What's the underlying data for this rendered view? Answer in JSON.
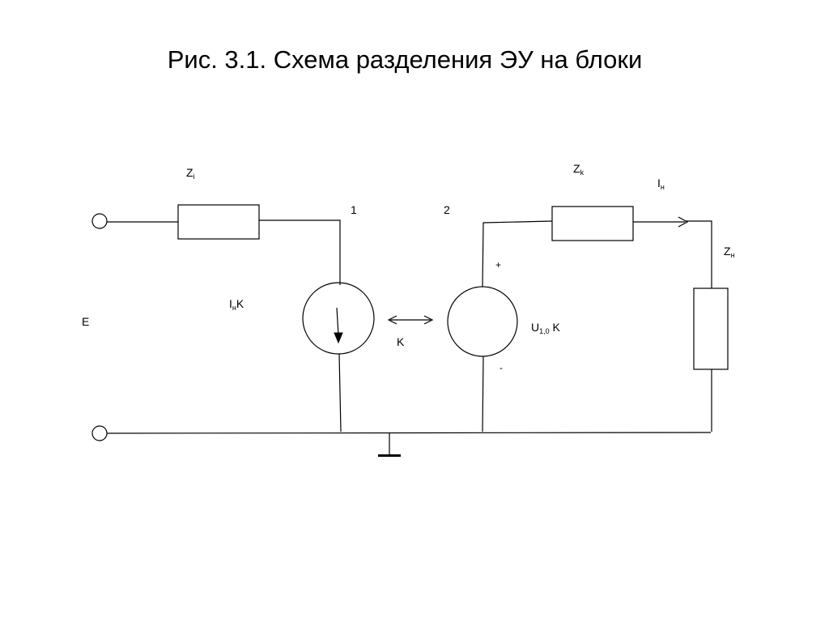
{
  "title": "Рис. 3.1. Схема разделения ЭУ на блоки",
  "labels": {
    "zi": {
      "main": "Z",
      "sub": "i"
    },
    "zk": {
      "main": "Z",
      "sub": "k"
    },
    "in_current": {
      "main": "I",
      "sub": "н"
    },
    "zn": {
      "main": "Z",
      "sub": "н"
    },
    "node1": "1",
    "node2": "2",
    "plus": "+",
    "minus": "-",
    "ink": {
      "main": "I",
      "sub": "н",
      "suffix": "K"
    },
    "e": "E",
    "k": "K",
    "u10k": {
      "main": "U",
      "sub": "1,0",
      "suffix": " K"
    }
  }
}
